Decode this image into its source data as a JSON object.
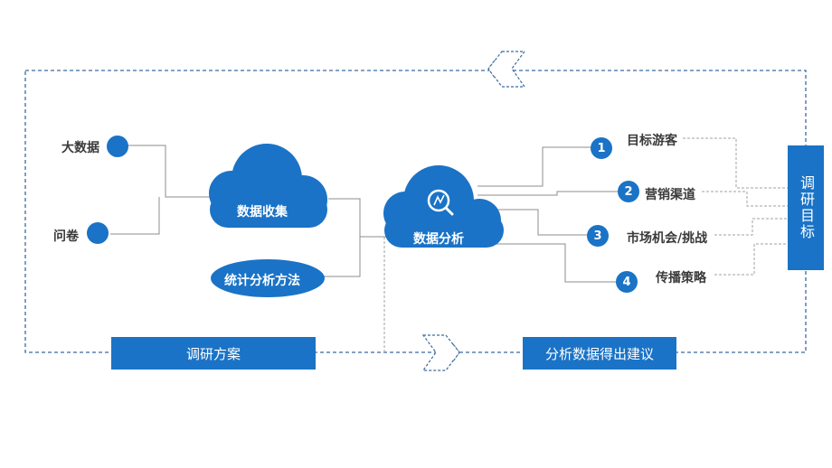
{
  "sources": {
    "big_data": "大数据",
    "questionnaire": "问卷"
  },
  "clouds": {
    "collect": "数据收集",
    "analyze": "数据分析"
  },
  "method": "统计分析方法",
  "outputs": [
    {
      "num": "1",
      "label": "目标游客"
    },
    {
      "num": "2",
      "label": "营销渠道"
    },
    {
      "num": "3",
      "label": "市场机会/挑战"
    },
    {
      "num": "4",
      "label": "传播策略"
    }
  ],
  "bottom": {
    "plan": "调研方案",
    "advice": "分析数据得出建议"
  },
  "goal": "调研目标",
  "colors": {
    "accent": "#1a73c6",
    "dashed": "#3a6aa0",
    "line": "#8c8c8c"
  }
}
